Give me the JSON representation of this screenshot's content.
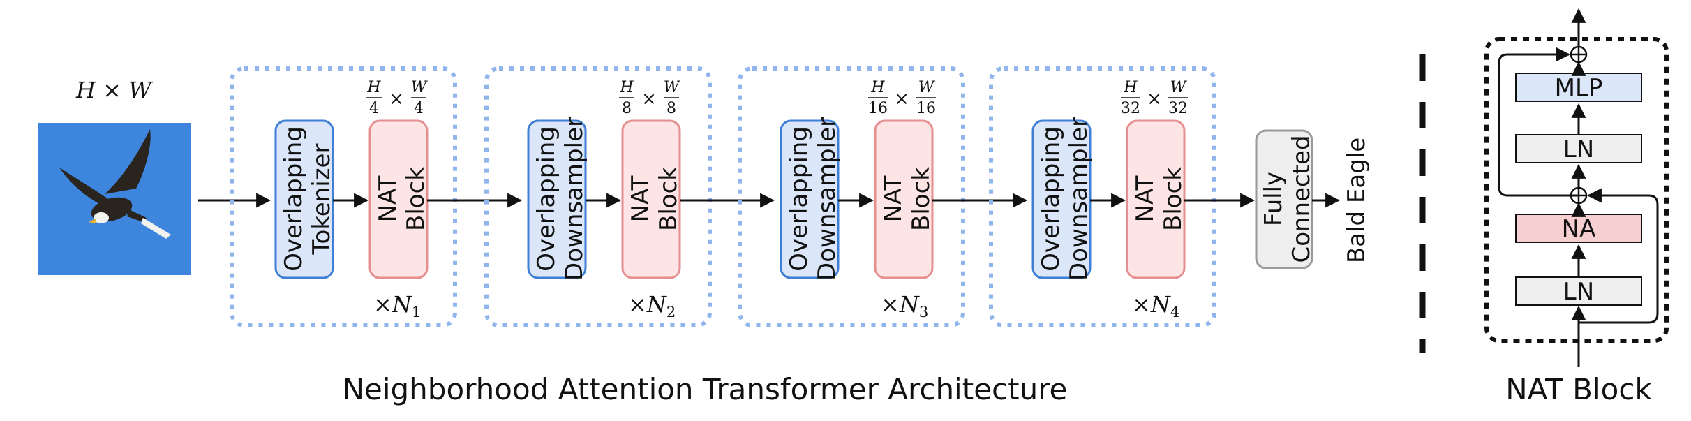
{
  "input": {
    "size_label": "H × W",
    "image_name": "eagle-image"
  },
  "stages": [
    {
      "first_block": [
        "Overlapping",
        "Tokenizer"
      ],
      "nat_block": [
        "NAT",
        "Block"
      ],
      "res_num": "H",
      "res_den": "4",
      "res_num2": "W",
      "res_den2": "4",
      "repeat_prefix": "×N",
      "repeat_sub": "1"
    },
    {
      "first_block": [
        "Overlapping",
        "Downsampler"
      ],
      "nat_block": [
        "NAT",
        "Block"
      ],
      "res_num": "H",
      "res_den": "8",
      "res_num2": "W",
      "res_den2": "8",
      "repeat_prefix": "×N",
      "repeat_sub": "2"
    },
    {
      "first_block": [
        "Overlapping",
        "Downsampler"
      ],
      "nat_block": [
        "NAT",
        "Block"
      ],
      "res_num": "H",
      "res_den": "16",
      "res_num2": "W",
      "res_den2": "16",
      "repeat_prefix": "×N",
      "repeat_sub": "3"
    },
    {
      "first_block": [
        "Overlapping",
        "Downsampler"
      ],
      "nat_block": [
        "NAT",
        "Block"
      ],
      "res_num": "H",
      "res_den": "32",
      "res_num2": "W",
      "res_den2": "32",
      "repeat_prefix": "×N",
      "repeat_sub": "4"
    }
  ],
  "times_symbol": "×",
  "fully_connected": [
    "Fully",
    "Connected"
  ],
  "output_label": "Bald Eagle",
  "main_title": "Neighborhood Attention Transformer Architecture",
  "nat_block_detail": {
    "title": "NAT Block",
    "layers": [
      {
        "label": "MLP",
        "color": "#dbe6f8"
      },
      {
        "label": "LN",
        "color": "#eeeeee"
      },
      {
        "label": "NA",
        "color": "#f6d0d0"
      },
      {
        "label": "LN",
        "color": "#eeeeee"
      }
    ],
    "add_symbol": "⊕"
  },
  "colors": {
    "blue_stroke": "#3f7fd6",
    "blue_fill": "#dbe6f8",
    "red_stroke": "#e58f90",
    "red_fill": "#fde5e5",
    "dotted_blue": "#8fb5ec",
    "gray_stroke": "#999999",
    "gray_fill": "#eeeeee",
    "sky": "#3d85dd"
  }
}
